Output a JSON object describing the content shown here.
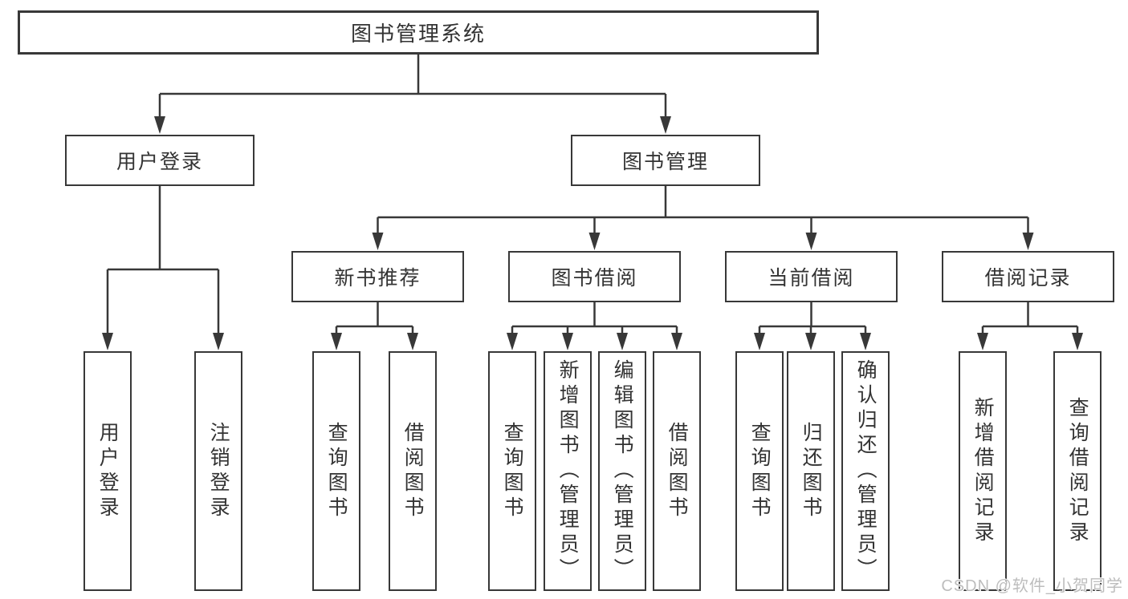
{
  "nodes": {
    "root": {
      "label": "图书管理系统"
    },
    "userLogin": {
      "label": "用户登录",
      "children": [
        "用户登录",
        "注销登录"
      ]
    },
    "bookMgmt": {
      "label": "图书管理"
    },
    "newBooks": {
      "label": "新书推荐",
      "children": [
        "查询图书",
        "借阅图书"
      ]
    },
    "borrow": {
      "label": "图书借阅",
      "children": [
        "查询图书",
        "新增图书（管理员）",
        "编辑图书（管理员）",
        "借阅图书"
      ]
    },
    "current": {
      "label": "当前借阅",
      "children": [
        "查询图书",
        "归还图书",
        "确认归还（管理员）"
      ]
    },
    "records": {
      "label": "借阅记录",
      "children": [
        "新增借阅记录",
        "查询借阅记录"
      ]
    }
  },
  "watermark": {
    "text": "CSDN @软件_小贺同学",
    "color": "#bdbdbd"
  },
  "colors": {
    "line": "#383838",
    "text": "#333333",
    "background": "#ffffff"
  }
}
